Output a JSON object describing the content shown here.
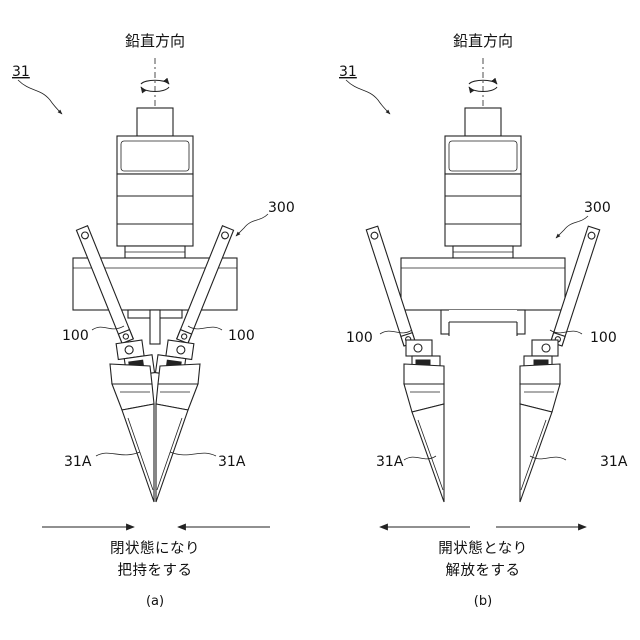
{
  "figure": {
    "direction_label": "鉛直方向",
    "ref_unit": "31",
    "ref_mount": "300",
    "ref_finger": "100",
    "ref_claw": "31A"
  },
  "panel_a": {
    "caption_line1": "閉状態になり",
    "caption_line2": "把持をする",
    "tag": "(a)"
  },
  "panel_b": {
    "caption_line1": "開状態となり",
    "caption_line2": "解放をする",
    "tag": "(b)"
  },
  "icons": {
    "rotation": "rotation-arrow-icon",
    "motion_in": "closing-arrows",
    "motion_out": "opening-arrows"
  },
  "colors": {
    "ink": "#222222",
    "background": "#ffffff"
  }
}
